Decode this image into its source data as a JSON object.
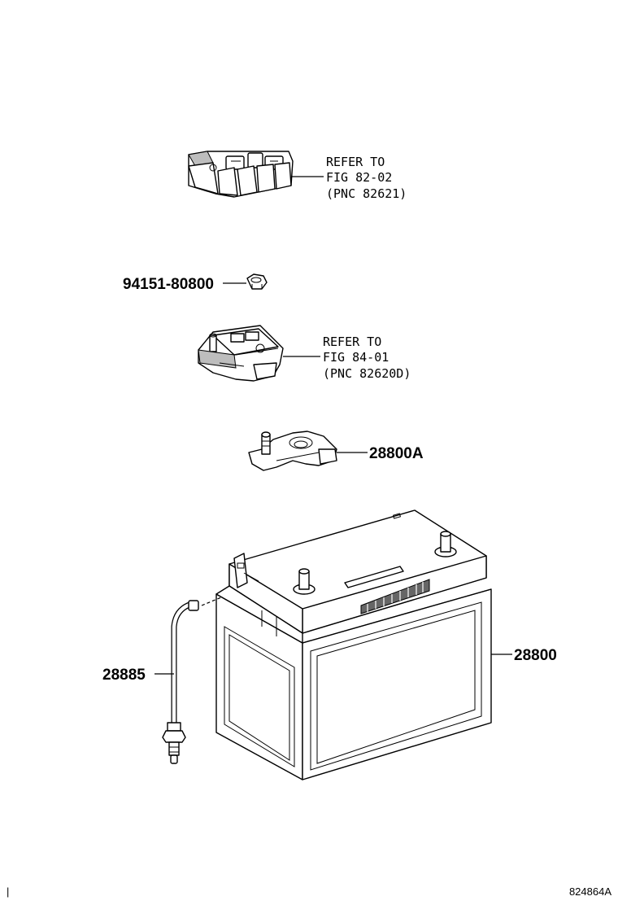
{
  "callouts": {
    "fuse_block": {
      "line1": "REFER TO",
      "line2": "FIG  82-02",
      "line3": "(PNC 82621)"
    },
    "nut": {
      "label": "94151-80800"
    },
    "terminal_block": {
      "line1": "REFER TO",
      "line2": "FIG 84-01",
      "line3": "(PNC 82620D)"
    },
    "clamp": {
      "label": "28800A"
    },
    "battery": {
      "label": "28800"
    },
    "vent_hose": {
      "label": "28885"
    }
  },
  "footer": {
    "corner_mark": "|",
    "illustration_id": "824864A"
  }
}
